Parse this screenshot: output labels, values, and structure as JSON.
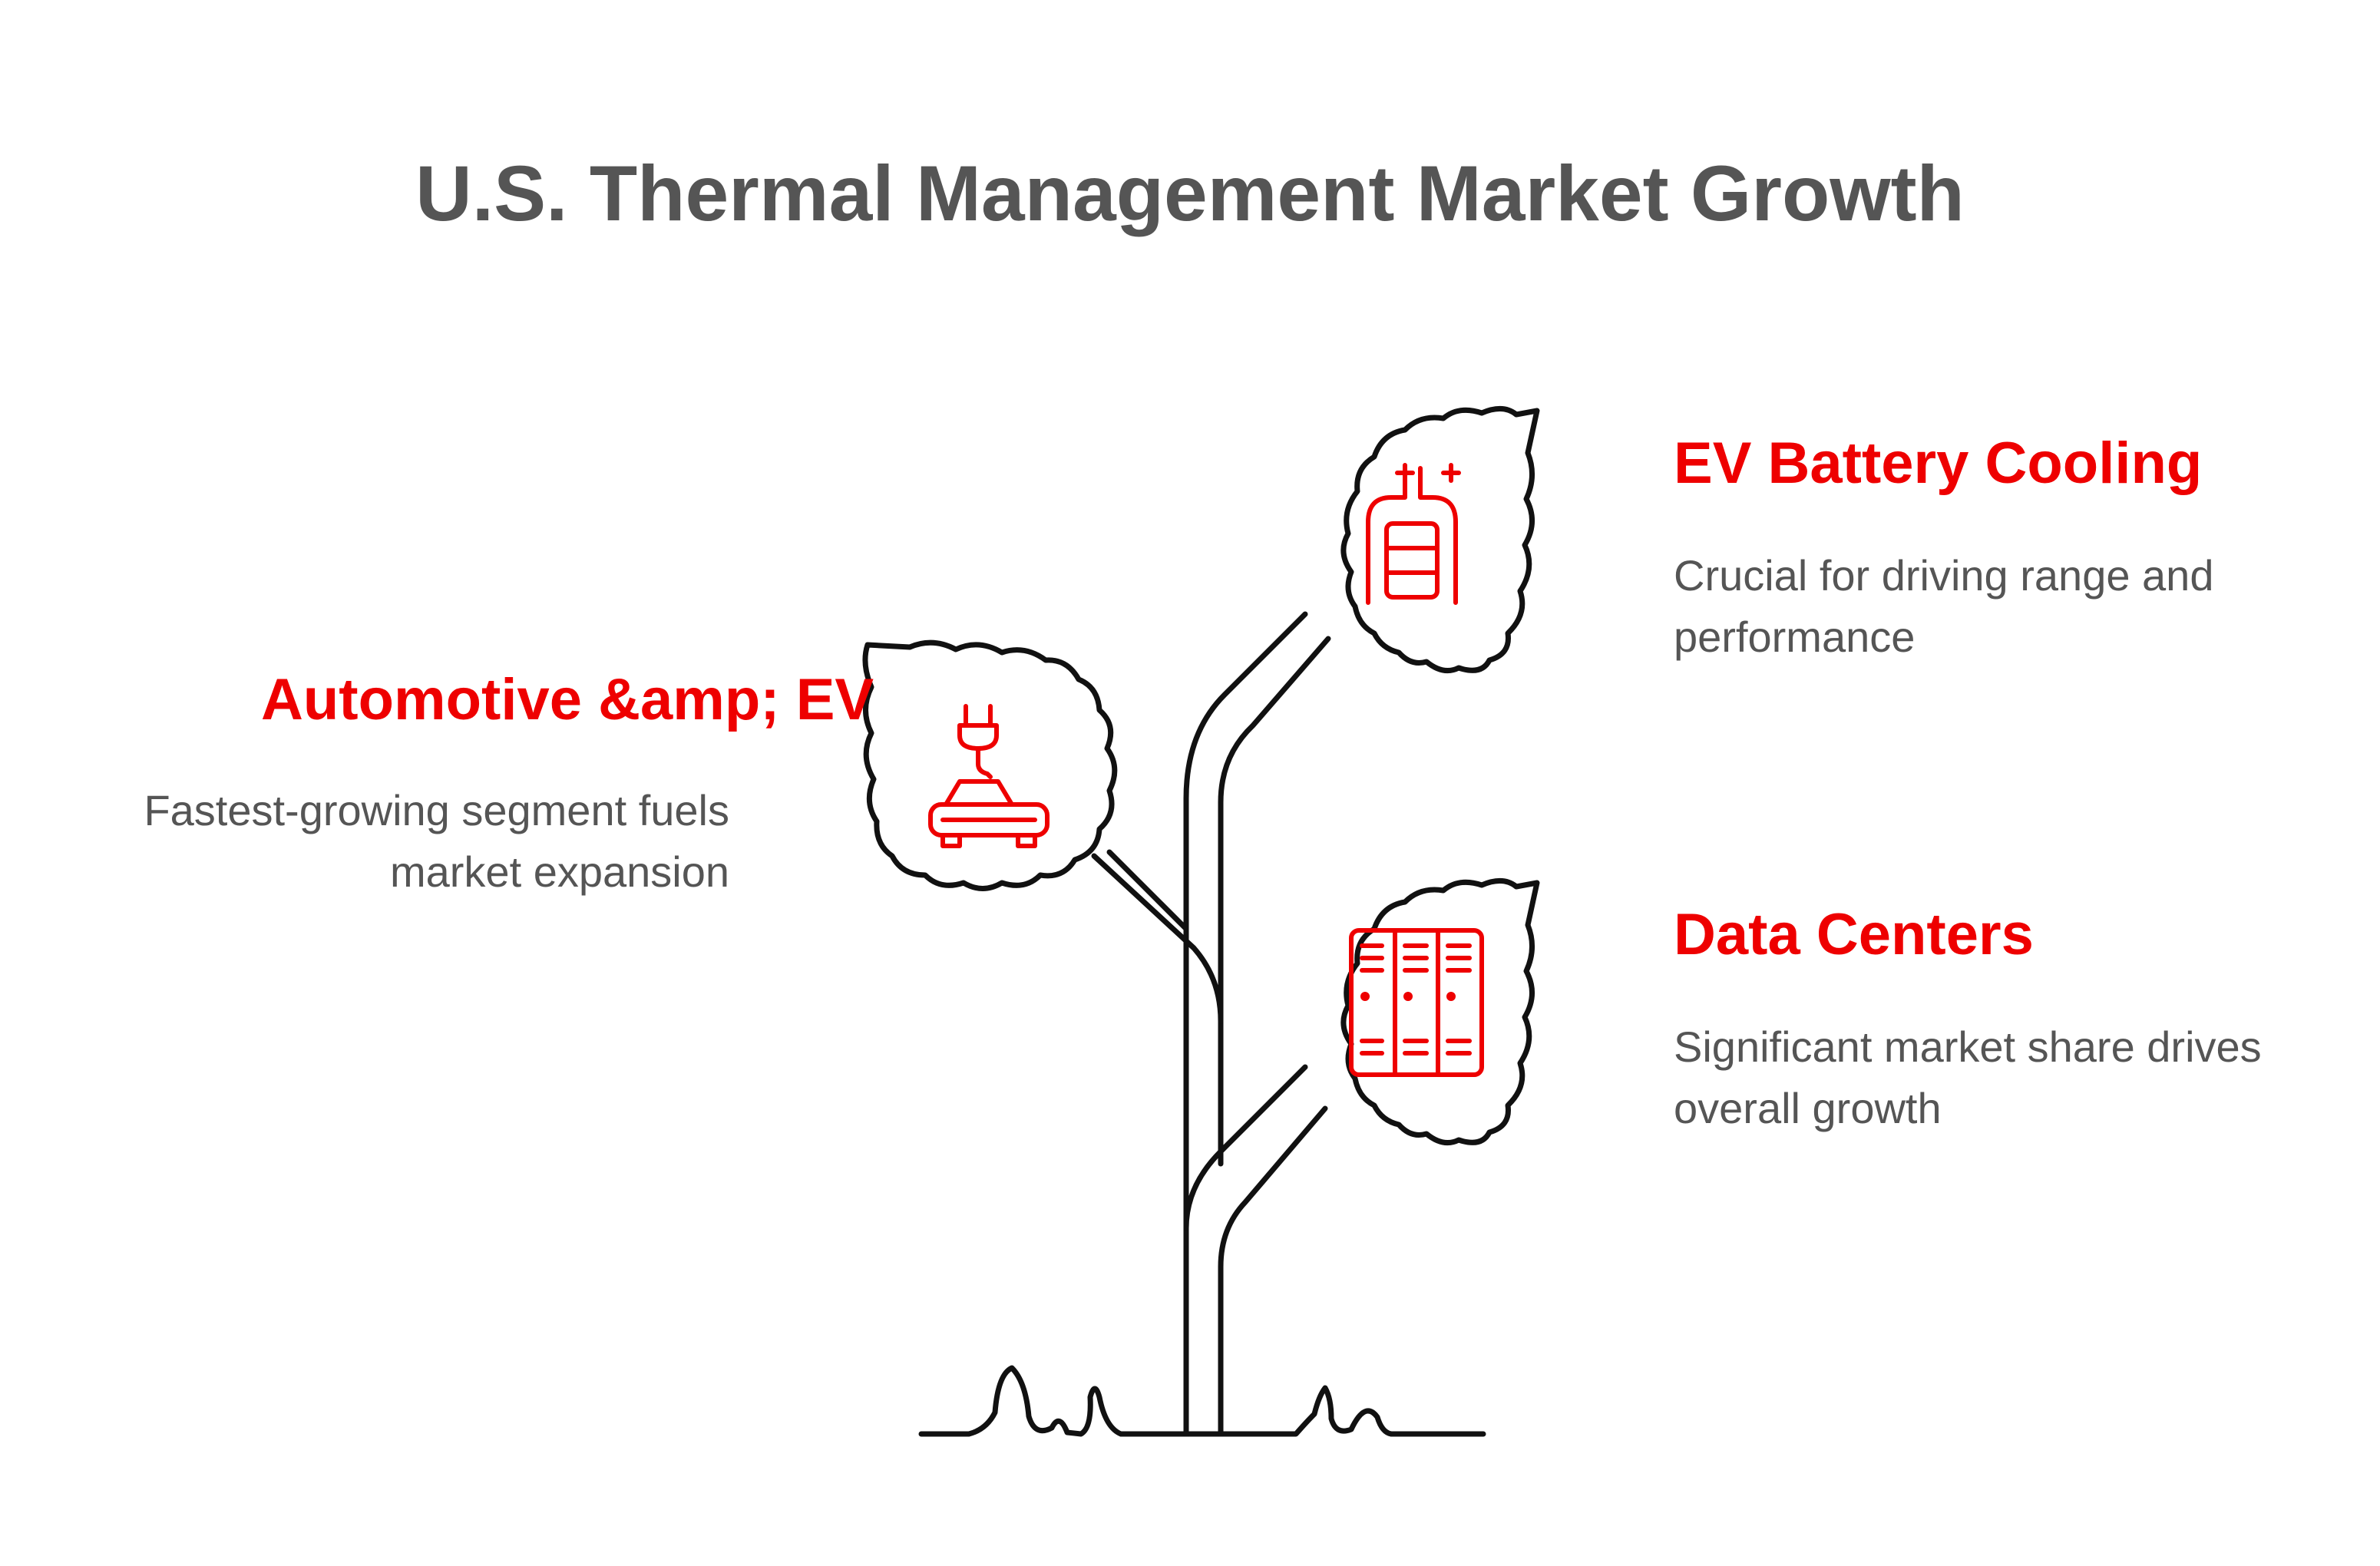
{
  "title": "U.S. Thermal Management Market Growth",
  "colors": {
    "accent": "#ee0000",
    "text": "#555555",
    "line": "#111111"
  },
  "items": [
    {
      "label": "EV Battery Cooling",
      "description": "Crucial for driving range and performance",
      "icon": "battery-icon"
    },
    {
      "label": "Automotive &amp; EV",
      "description": "Fastest-growing segment fuels market expansion",
      "icon": "electric-car-icon"
    },
    {
      "label": "Data Centers",
      "description": "Significant market share drives overall growth",
      "icon": "server-rack-icon"
    }
  ]
}
